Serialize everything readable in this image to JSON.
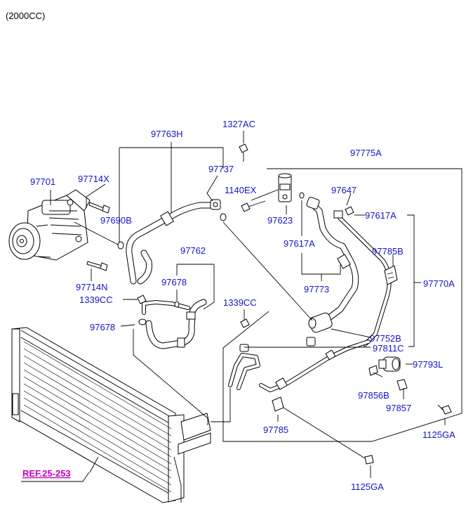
{
  "header": {
    "engine": "(2000CC)"
  },
  "reference": {
    "label": "REF.25-253"
  },
  "labels": {
    "p97701": "97701",
    "p97714X": "97714X",
    "p97690B": "97690B",
    "p97714N": "97714N",
    "p1339CC_a": "1339CC",
    "p97678_a": "97678",
    "p97763H": "97763H",
    "p1327AC": "1327AC",
    "p97737": "97737",
    "p97762": "97762",
    "p97678_b": "97678",
    "p1140EX": "1140EX",
    "p97623": "97623",
    "p97617A_a": "97617A",
    "p97773": "97773",
    "p97775A": "97775A",
    "p97647": "97647",
    "p97617A_b": "97617A",
    "p97785B": "97785B",
    "p97770A": "97770A",
    "p1339CC_b": "1339CC",
    "p97752B": "97752B",
    "p97811C": "97811C",
    "p97793L": "97793L",
    "p97856B": "97856B",
    "p97857": "97857",
    "p1125GA_a": "1125GA",
    "p97785": "97785",
    "p1125GA_b": "1125GA"
  },
  "colors": {
    "label": "#1414c8",
    "reference": "#c000c0",
    "line": "#000000"
  }
}
